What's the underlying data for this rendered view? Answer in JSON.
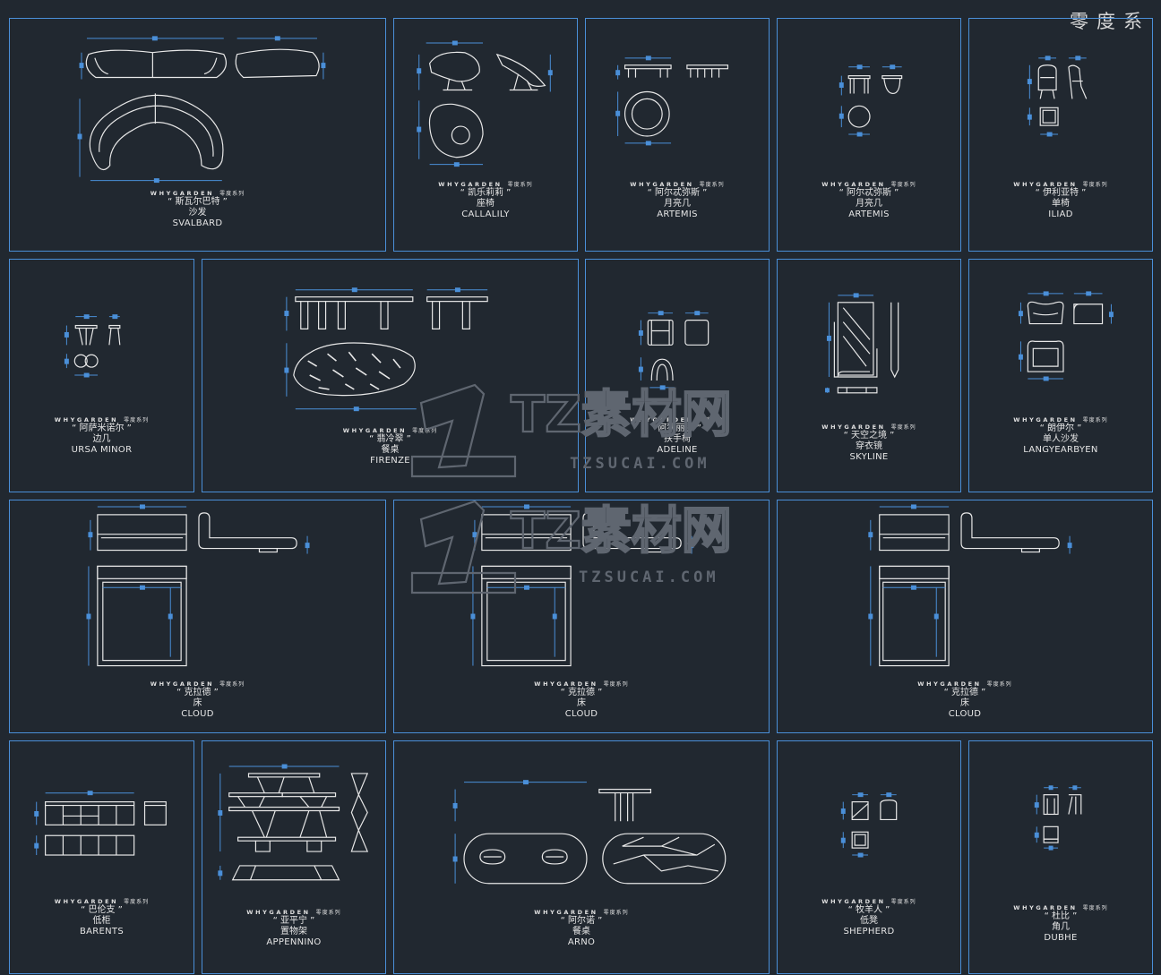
{
  "header": {
    "title": "零度系"
  },
  "brand": {
    "en": "WHYGARDEN",
    "cn": "零度系列"
  },
  "panels": [
    {
      "name_cn": "“ 斯瓦尔巴特 ”",
      "type_cn": "沙发",
      "name_en": "SVALBARD"
    },
    {
      "name_cn": "“ 凯乐莉莉 ”",
      "type_cn": "座椅",
      "name_en": "CALLALILY"
    },
    {
      "name_cn": "“ 阿尔忒弥斯 ”",
      "type_cn": "月亮几",
      "name_en": "ARTEMIS"
    },
    {
      "name_cn": "“ 阿尔忒弥斯 ”",
      "type_cn": "月亮几",
      "name_en": "ARTEMIS"
    },
    {
      "name_cn": "“ 伊利亚特 ”",
      "type_cn": "单椅",
      "name_en": "ILIAD"
    },
    {
      "name_cn": "“ 阿萨米诺尔 ”",
      "type_cn": "边几",
      "name_en": "URSA  MINOR"
    },
    {
      "name_cn": "“ 翡冷翠 ”",
      "type_cn": "餐桌",
      "name_en": "FIRENZE"
    },
    {
      "name_cn": "“阿狄丽娜 ”",
      "type_cn": "扶手椅",
      "name_en": "ADELINE"
    },
    {
      "name_cn": "“ 天空之境 ”",
      "type_cn": "穿衣镜",
      "name_en": "SKYLINE"
    },
    {
      "name_cn": "“ 朗伊尔 ”",
      "type_cn": "单人沙发",
      "name_en": "LANGYEARBYEN"
    },
    {
      "name_cn": "“ 克拉德 ”",
      "type_cn": "床",
      "name_en": "CLOUD"
    },
    {
      "name_cn": "“ 克拉德 ”",
      "type_cn": "床",
      "name_en": "CLOUD"
    },
    {
      "name_cn": "“ 克拉德 ”",
      "type_cn": "床",
      "name_en": "CLOUD"
    },
    {
      "name_cn": "“ 巴伦支 ”",
      "type_cn": "低柜",
      "name_en": "BARENTS"
    },
    {
      "name_cn": "“ 亚平宁 ”",
      "type_cn": "置物架",
      "name_en": "APPENNINO"
    },
    {
      "name_cn": "“ 阿尔诺 ”",
      "type_cn": "餐桌",
      "name_en": "ARNO"
    },
    {
      "name_cn": "“ 牧羊人 ”",
      "type_cn": "低凳",
      "name_en": "SHEPHERD"
    },
    {
      "name_cn": "“ 杜比 ”",
      "type_cn": "角几",
      "name_en": "DUBHE"
    }
  ],
  "watermark": {
    "text": "TZ素材网",
    "url": "TZSUCAI.COM"
  },
  "colors": {
    "background": "#212830",
    "panel_border": "#4a8fd8",
    "drawing_line": "#e8e8e8",
    "dimension": "#4a8fd8",
    "watermark": "#5f6670"
  }
}
